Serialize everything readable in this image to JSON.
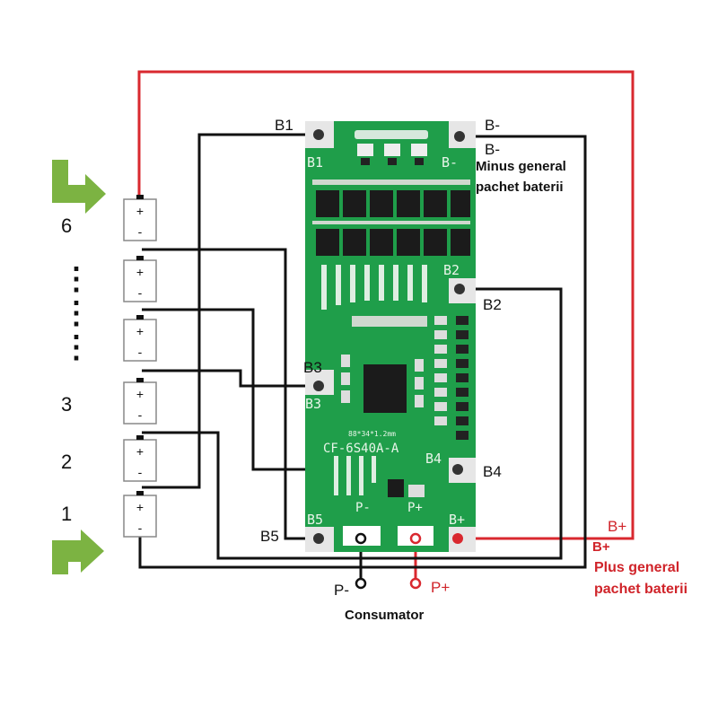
{
  "cell_numbers": {
    "top": "6",
    "dots": "⋮",
    "n3": "3",
    "n2": "2",
    "n1": "1"
  },
  "cell_polarity": {
    "plus": "+",
    "minus": "-"
  },
  "terminals": {
    "b1": "B1",
    "b_minus_top": "B-",
    "b_minus_2": "B-",
    "b2": "B2",
    "b3": "B3",
    "b4": "B4",
    "b5": "B5",
    "b_plus": "B+",
    "b_plus_2": "B+",
    "p_minus": "P-",
    "p_plus": "P+"
  },
  "descriptions": {
    "minus_general": "Minus general",
    "minus_pack": "pachet baterii",
    "plus_general": "Plus general",
    "plus_pack": "pachet baterii",
    "consumer": "Consumator"
  },
  "board": {
    "model": "CF-6S40A-A",
    "dims": "88*34*1.2mm",
    "silk_b1": "B1",
    "silk_bminus": "B-",
    "silk_b2": "B2",
    "silk_b3": "B3",
    "silk_b4": "B4",
    "silk_b5": "B5",
    "silk_bplus": "B+",
    "silk_pminus": "P-",
    "silk_pplus": "P+"
  },
  "colors": {
    "board": "#1f9e4a",
    "wire_red": "#d9282f",
    "wire_black": "#111111",
    "arrow": "#7cb342"
  }
}
